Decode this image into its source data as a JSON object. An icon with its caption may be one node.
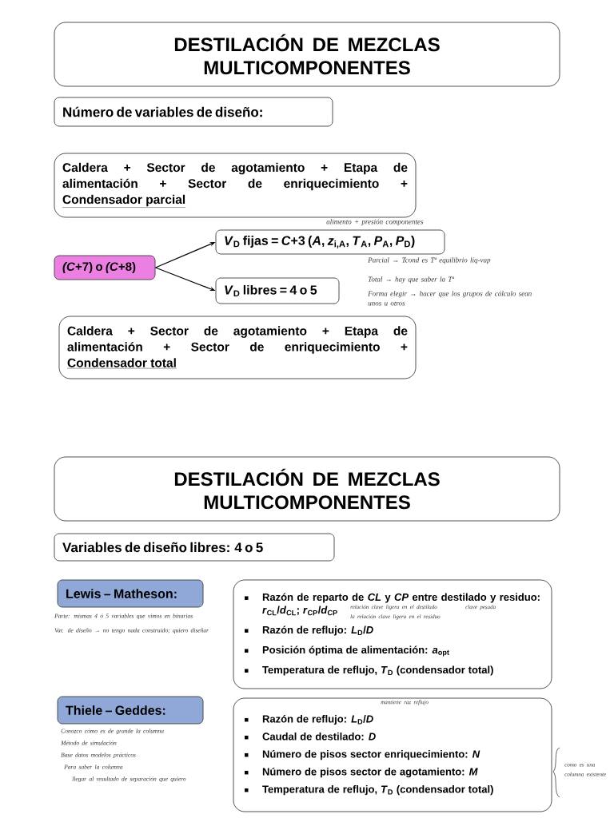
{
  "diagram": {
    "nodes": [
      {
        "text": [
          "DESTILACIÓN DE MEZCLAS MULTICOMPONENTES"
        ]
      },
      {
        "text": [
          "Número de variables de diseño:"
        ]
      },
      {
        "text": [
          "Caldera + Sector de agotamiento + Etapa de alimentación + Sector de enriquecimiento +",
          "Condensador parcial"
        ]
      },
      {
        "text": [
          "*V*$_{D}$ fijas = *C*+3  (*A*, *z*$_{i,A}$, *T*$_{A}$, *P*$_{A}$, *P*$_{D}$)"
        ]
      },
      {
        "text": [
          "*(C*+7) o *(C*+8)"
        ]
      },
      {
        "text": [
          "*V*$_{D}$ libres = 4 o 5"
        ]
      },
      {
        "text": [
          "Caldera + Sector de agotamiento + Etapa de alimentación + Sector de enriquecimiento +",
          "Condensador total"
        ]
      },
      {
        "text": [
          "DESTILACIÓN DE MEZCLAS MULTICOMPONENTES"
        ]
      },
      {
        "text": [
          "Variables de diseño libres: 4 o 5"
        ]
      },
      {
        "text": [
          "Lewis – Matheson:"
        ]
      },
      {
        "text": [
          "Razón de reparto de *CL* y *CP* entre destilado y residuo: *r*$_{CL}$/*d*$_{CL}$; *r*$_{CP}$/*d*$_{CP}$",
          "Razón de reflujo: *L*$_{D}$/*D*",
          "Posición óptima de alimentación: *a*$_{opt}$",
          "Temperatura de reflujo, *T*$_{D}$ (condensador total)"
        ]
      },
      {
        "text": [
          "Thiele – Geddes:"
        ]
      },
      {
        "text": [
          "Razón de reflujo: *L*$_{D}$/*D*",
          "Caudal de destilado: *D*",
          "Número de pisos sector enriquecimiento: *N*",
          "Número de pisos sector de agotamiento: *M*",
          "Temperatura de reflujo, *T*$_{D}$ (condensador total)"
        ]
      }
    ],
    "edges": [
      {
        "from": 4,
        "to": 3,
        "arrow": "to"
      },
      {
        "from": 4,
        "to": 5,
        "arrow": "to"
      }
    ],
    "labels": [
      "alimento + presión componentes",
      "Parcial → Tcond es Tª equilibrio líq-vap",
      "Total → hay que saber la Tª",
      "Forma elegir → hacer que los grupos de cálculo sean unos u otros",
      "Parte: mismas 4 ó 5 variables que vimos en binarias",
      "Var. de diseño → no tengo nada construido; quiero diseñar",
      "relación clave ligera en el destilado",
      "clave pesada",
      "la relación clave ligera en el residuo",
      "mantiene raz reflujo",
      "Conozco cómo es de grande la columna",
      "Método de simulación",
      "Base datos modelos prácticos",
      "Para saber la columna",
      "llegar al resultado de separación que quiero",
      "como es una columna existente"
    ]
  }
}
